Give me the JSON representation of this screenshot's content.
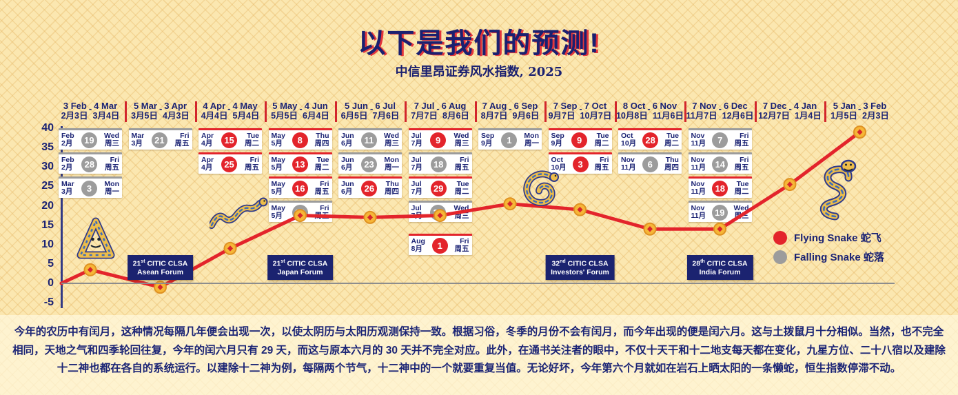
{
  "title": "以下是我们的预测!",
  "subtitle": "中信里昂证券风水指数, 2025",
  "colors": {
    "red": "#e3242b",
    "gray": "#9c9c9c",
    "navy": "#1b2374",
    "gold_marker": "#f6b637",
    "background": "#fbe7b0",
    "forum_box": "#1b2370"
  },
  "y_axis_ticks": [
    40,
    35,
    30,
    25,
    20,
    15,
    10,
    5,
    0,
    -5
  ],
  "columns": [
    {
      "en_start": "3 Feb",
      "en_end": "4 Mar",
      "cn_start": "2月3日",
      "cn_end": "3月4日",
      "badges": [
        {
          "mo_en": "Feb",
          "mo_cn": "2月",
          "day": "19",
          "wd_en": "Wed",
          "wd_cn": "周三",
          "type": "gray"
        },
        {
          "mo_en": "Feb",
          "mo_cn": "2月",
          "day": "28",
          "wd_en": "Fri",
          "wd_cn": "周五",
          "type": "gray"
        },
        {
          "mo_en": "Mar",
          "mo_cn": "3月",
          "day": "3",
          "wd_en": "Mon",
          "wd_cn": "周一",
          "type": "gray"
        }
      ]
    },
    {
      "en_start": "5 Mar",
      "en_end": "3 Apr",
      "cn_start": "3月5日",
      "cn_end": "4月3日",
      "badges": [
        {
          "mo_en": "Mar",
          "mo_cn": "3月",
          "day": "21",
          "wd_en": "Fri",
          "wd_cn": "周五",
          "type": "gray"
        }
      ]
    },
    {
      "en_start": "4 Apr",
      "en_end": "4 May",
      "cn_start": "4月4日",
      "cn_end": "5月4日",
      "badges": [
        {
          "mo_en": "Apr",
          "mo_cn": "4月",
          "day": "15",
          "wd_en": "Tue",
          "wd_cn": "周二",
          "type": "red"
        },
        {
          "mo_en": "Apr",
          "mo_cn": "4月",
          "day": "25",
          "wd_en": "Fri",
          "wd_cn": "周五",
          "type": "red"
        }
      ]
    },
    {
      "en_start": "5 May",
      "en_end": "4 Jun",
      "cn_start": "5月5日",
      "cn_end": "6月4日",
      "badges": [
        {
          "mo_en": "May",
          "mo_cn": "5月",
          "day": "8",
          "wd_en": "Thu",
          "wd_cn": "周四",
          "type": "red"
        },
        {
          "mo_en": "May",
          "mo_cn": "5月",
          "day": "13",
          "wd_en": "Tue",
          "wd_cn": "周二",
          "type": "red"
        },
        {
          "mo_en": "May",
          "mo_cn": "5月",
          "day": "16",
          "wd_en": "Fri",
          "wd_cn": "周五",
          "type": "red"
        },
        {
          "mo_en": "May",
          "mo_cn": "5月",
          "day": "23",
          "wd_en": "Fri",
          "wd_cn": "周五",
          "type": "gray"
        }
      ]
    },
    {
      "en_start": "5 Jun",
      "en_end": "6 Jul",
      "cn_start": "6月5日",
      "cn_end": "7月6日",
      "badges": [
        {
          "mo_en": "Jun",
          "mo_cn": "6月",
          "day": "11",
          "wd_en": "Wed",
          "wd_cn": "周三",
          "type": "gray"
        },
        {
          "mo_en": "Jun",
          "mo_cn": "6月",
          "day": "23",
          "wd_en": "Mon",
          "wd_cn": "周一",
          "type": "gray"
        },
        {
          "mo_en": "Jun",
          "mo_cn": "6月",
          "day": "26",
          "wd_en": "Thu",
          "wd_cn": "周四",
          "type": "red"
        }
      ]
    },
    {
      "en_start": "7 Jul",
      "en_end": "6 Aug",
      "cn_start": "7月7日",
      "cn_end": "8月6日",
      "badges": [
        {
          "mo_en": "Jul",
          "mo_cn": "7月",
          "day": "9",
          "wd_en": "Wed",
          "wd_cn": "周三",
          "type": "red"
        },
        {
          "mo_en": "Jul",
          "mo_cn": "7月",
          "day": "18",
          "wd_en": "Fri",
          "wd_cn": "周五",
          "type": "gray"
        },
        {
          "mo_en": "Jul",
          "mo_cn": "7月",
          "day": "29",
          "wd_en": "Tue",
          "wd_cn": "周二",
          "type": "red"
        },
        {
          "mo_en": "Jul",
          "mo_cn": "7月",
          "day": "30",
          "wd_en": "Wed",
          "wd_cn": "周三",
          "type": "gray"
        },
        {
          "mo_en": "Aug",
          "mo_cn": "8月",
          "day": "1",
          "wd_en": "Fri",
          "wd_cn": "周五",
          "type": "red",
          "offset": true
        }
      ]
    },
    {
      "en_start": "7 Aug",
      "en_end": "6 Sep",
      "cn_start": "8月7日",
      "cn_end": "9月6日",
      "badges": [
        {
          "mo_en": "Sep",
          "mo_cn": "9月",
          "day": "1",
          "wd_en": "Mon",
          "wd_cn": "周一",
          "type": "gray"
        }
      ]
    },
    {
      "en_start": "7 Sep",
      "en_end": "7 Oct",
      "cn_start": "9月7日",
      "cn_end": "10月7日",
      "badges": [
        {
          "mo_en": "Sep",
          "mo_cn": "9月",
          "day": "9",
          "wd_en": "Tue",
          "wd_cn": "周二",
          "type": "red"
        },
        {
          "mo_en": "Oct",
          "mo_cn": "10月",
          "day": "3",
          "wd_en": "Fri",
          "wd_cn": "周五",
          "type": "red"
        }
      ]
    },
    {
      "en_start": "8 Oct",
      "en_end": "6 Nov",
      "cn_start": "10月8日",
      "cn_end": "11月6日",
      "badges": [
        {
          "mo_en": "Oct",
          "mo_cn": "10月",
          "day": "28",
          "wd_en": "Tue",
          "wd_cn": "周二",
          "type": "red"
        },
        {
          "mo_en": "Nov",
          "mo_cn": "11月",
          "day": "6",
          "wd_en": "Thu",
          "wd_cn": "周四",
          "type": "gray"
        }
      ]
    },
    {
      "en_start": "7 Nov",
      "en_end": "6 Dec",
      "cn_start": "11月7日",
      "cn_end": "12月6日",
      "badges": [
        {
          "mo_en": "Nov",
          "mo_cn": "11月",
          "day": "7",
          "wd_en": "Fri",
          "wd_cn": "周五",
          "type": "gray"
        },
        {
          "mo_en": "Nov",
          "mo_cn": "11月",
          "day": "14",
          "wd_en": "Fri",
          "wd_cn": "周五",
          "type": "gray"
        },
        {
          "mo_en": "Nov",
          "mo_cn": "11月",
          "day": "18",
          "wd_en": "Tue",
          "wd_cn": "周二",
          "type": "red"
        },
        {
          "mo_en": "Nov",
          "mo_cn": "11月",
          "day": "19",
          "wd_en": "Wed",
          "wd_cn": "周三",
          "type": "gray"
        }
      ]
    },
    {
      "en_start": "7 Dec",
      "en_end": "4 Jan",
      "cn_start": "12月7日",
      "cn_end": "1月4日",
      "badges": []
    },
    {
      "en_start": "5 Jan",
      "en_end": "3 Feb",
      "cn_start": "1月5日",
      "cn_end": "2月3日",
      "badges": []
    }
  ],
  "forums": [
    {
      "number": "21",
      "suffix": "st",
      "org": "CITIC CLSA",
      "name": "Asean Forum",
      "column_index": 1
    },
    {
      "number": "21",
      "suffix": "st",
      "org": "CITIC CLSA",
      "name": "Japan Forum",
      "column_index": 3
    },
    {
      "number": "32",
      "suffix": "nd",
      "org": "CITIC CLSA",
      "name": "Investors' Forum",
      "column_index": 7
    },
    {
      "number": "28",
      "suffix": "th",
      "org": "CITIC CLSA",
      "name": "India Forum",
      "column_index": 9
    }
  ],
  "legend": [
    {
      "label": "Flying Snake 蛇飞",
      "color": "#e3242b"
    },
    {
      "label": "Falling Snake 蛇落",
      "color": "#9c9c9c"
    }
  ],
  "chart_data": {
    "type": "line",
    "title": "中信里昂证券风水指数, 2025",
    "categories": [
      "3 Feb - 4 Mar",
      "5 Mar - 3 Apr",
      "4 Apr - 4 May",
      "5 May - 4 Jun",
      "5 Jun - 6 Jul",
      "7 Jul - 6 Aug",
      "7 Aug - 6 Sep",
      "7 Sep - 7 Oct",
      "8 Oct - 6 Nov",
      "7 Nov - 6 Dec",
      "7 Dec - 4 Jan",
      "5 Jan - 3 Feb"
    ],
    "series": [
      {
        "name": "风水指数",
        "color": "#e3242b",
        "start_value": 0,
        "values": [
          3.5,
          -1,
          9,
          17.5,
          17,
          17.5,
          20.5,
          19,
          14,
          14,
          25.5,
          39
        ]
      }
    ],
    "ylim": [
      -5,
      40
    ],
    "y_ticks": [
      40,
      35,
      30,
      25,
      20,
      15,
      10,
      5,
      0,
      -5
    ],
    "grid": false,
    "zero_line": true,
    "legend_position": "right-middle"
  },
  "illustrations": [
    "anxious-triangle-coiled-snake",
    "climbing-wavy-snake",
    "coiled-snake",
    "upright-smiling-snake"
  ],
  "footer_paragraph": "今年的农历中有闰月，这种情况每隔几年便会出现一次，以使太阴历与太阳历观测保持一致。根据习俗，冬季的月份不会有闰月，而今年出现的便是闰六月。这与土拨鼠月十分相似。当然，也不完全相同，天地之气和四季轮回往复，今年的闰六月只有 29 天，而这与原本六月的 30 天并不完全对应。此外，在通书关注者的眼中，不仅十天干和十二地支每天都在变化，九星方位、二十八宿以及建除十二神也都在各自的系统运行。以建除十二神为例，每隔两个节气，十二神中的一个就要重复当值。无论好坏，今年第六个月就如在岩石上晒太阳的一条懒蛇，恒生指数停滞不动。"
}
